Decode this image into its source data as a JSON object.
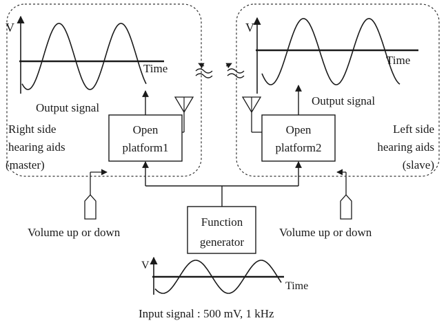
{
  "diagram": {
    "right_panel": {
      "axis_v": "V",
      "axis_time": "Time",
      "output_label": "Output signal",
      "side_line1": "Right side",
      "side_line2": "hearing aids",
      "side_line3": "(master)",
      "platform_line1": "Open",
      "platform_line2": "platform1"
    },
    "left_panel": {
      "axis_v": "V",
      "axis_time": "Time",
      "output_label": "Output signal",
      "side_line1": "Left side",
      "side_line2": "hearing aids",
      "side_line3": "(slave)",
      "platform_line1": "Open",
      "platform_line2": "platform2"
    },
    "volume_left": "Volume up or down",
    "volume_right": "Volume up or down",
    "function_gen_line1": "Function",
    "function_gen_line2": "generator",
    "input": {
      "axis_v": "V",
      "axis_time": "Time",
      "caption": "Input signal : 500 mV, 1 kHz"
    },
    "colors": {
      "ink": "#1a1a1a",
      "background": "#ffffff"
    }
  }
}
